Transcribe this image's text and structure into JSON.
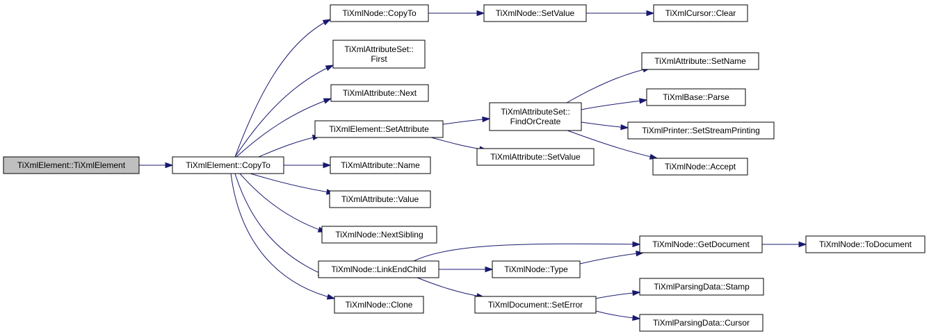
{
  "graph": {
    "node_labels": {
      "root": [
        "TiXmlElement::TiXmlElement"
      ],
      "copyto": [
        "TiXmlElement::CopyTo"
      ],
      "nodecopyto": [
        "TiXmlNode::CopyTo"
      ],
      "attrsetfirst": [
        "TiXmlAttributeSet::",
        "First"
      ],
      "attrnext": [
        "TiXmlAttribute::Next"
      ],
      "setattribute": [
        "TiXmlElement::SetAttribute"
      ],
      "attrname": [
        "TiXmlAttribute::Name"
      ],
      "attrvalue": [
        "TiXmlAttribute::Value"
      ],
      "nextsibling": [
        "TiXmlNode::NextSibling"
      ],
      "linkendchild": [
        "TiXmlNode::LinkEndChild"
      ],
      "clone": [
        "TiXmlNode::Clone"
      ],
      "nodesetvalue": [
        "TiXmlNode::SetValue"
      ],
      "cursorclear": [
        "TiXmlCursor::Clear"
      ],
      "findorcreate": [
        "TiXmlAttributeSet::",
        "FindOrCreate"
      ],
      "attrsetvalue": [
        "TiXmlAttribute::SetValue"
      ],
      "attrsetname": [
        "TiXmlAttribute::SetName"
      ],
      "baseparse": [
        "TiXmlBase::Parse"
      ],
      "printer": [
        "TiXmlPrinter::SetStreamPrinting"
      ],
      "accept": [
        "TiXmlNode::Accept"
      ],
      "getdocument": [
        "TiXmlNode::GetDocument"
      ],
      "todocument": [
        "TiXmlNode::ToDocument"
      ],
      "type": [
        "TiXmlNode::Type"
      ],
      "seterror": [
        "TiXmlDocument::SetError"
      ],
      "stamp": [
        "TiXmlParsingData::Stamp"
      ],
      "cursor": [
        "TiXmlParsingData::Cursor"
      ]
    },
    "root_node": "root",
    "edges": [
      [
        "root",
        "copyto"
      ],
      [
        "copyto",
        "nodecopyto"
      ],
      [
        "copyto",
        "attrsetfirst"
      ],
      [
        "copyto",
        "attrnext"
      ],
      [
        "copyto",
        "setattribute"
      ],
      [
        "copyto",
        "attrname"
      ],
      [
        "copyto",
        "attrvalue"
      ],
      [
        "copyto",
        "nextsibling"
      ],
      [
        "copyto",
        "linkendchild"
      ],
      [
        "copyto",
        "clone"
      ],
      [
        "nodecopyto",
        "nodesetvalue"
      ],
      [
        "nodesetvalue",
        "cursorclear"
      ],
      [
        "setattribute",
        "findorcreate"
      ],
      [
        "setattribute",
        "attrsetvalue"
      ],
      [
        "findorcreate",
        "attrsetname"
      ],
      [
        "findorcreate",
        "baseparse"
      ],
      [
        "findorcreate",
        "printer"
      ],
      [
        "findorcreate",
        "accept"
      ],
      [
        "linkendchild",
        "getdocument"
      ],
      [
        "linkendchild",
        "type"
      ],
      [
        "linkendchild",
        "seterror"
      ],
      [
        "getdocument",
        "todocument"
      ],
      [
        "type",
        "getdocument"
      ],
      [
        "seterror",
        "stamp"
      ],
      [
        "seterror",
        "cursor"
      ]
    ],
    "colors": {
      "edge": "#191970",
      "root_fill": "#bfbfbf",
      "node_fill": "#ffffff",
      "border": "#000000"
    }
  }
}
